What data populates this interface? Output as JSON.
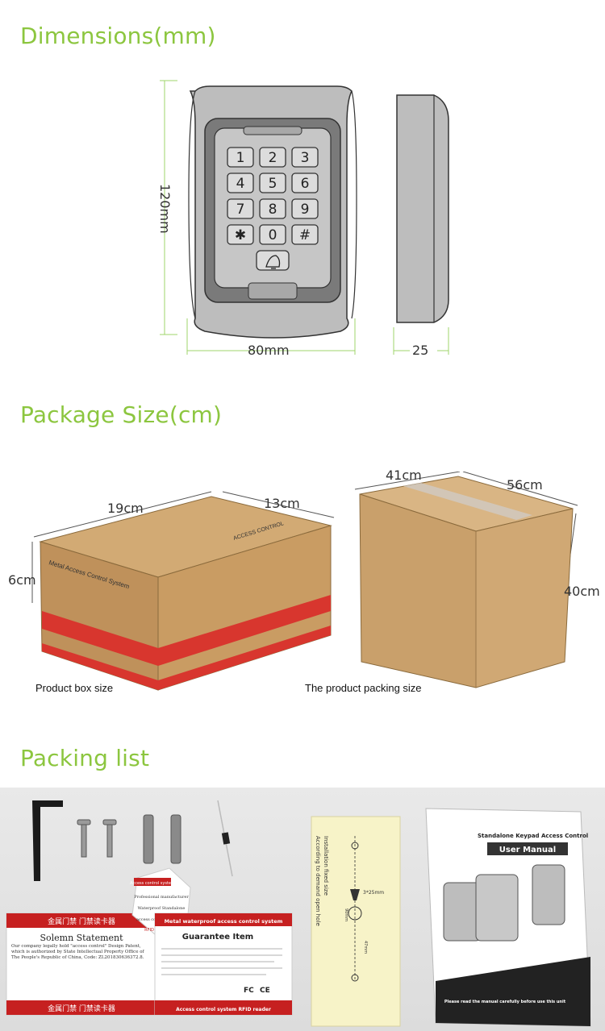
{
  "sections": {
    "dimensions": "Dimensions(mm)",
    "package": "Package Size(cm)",
    "packing_list": "Packing list"
  },
  "dimensions": {
    "height": "120mm",
    "width": "80mm",
    "depth": "25"
  },
  "keypad": {
    "keys": [
      "1",
      "2",
      "3",
      "4",
      "5",
      "6",
      "7",
      "8",
      "9",
      "✱",
      "0",
      "#"
    ]
  },
  "package": {
    "product_box": {
      "length": "19cm",
      "width": "13cm",
      "height": "6cm",
      "caption": "Product box size",
      "print_side": "Metal Access Control System",
      "print_top": "ACCESS CONTROL"
    },
    "packing_box": {
      "length": "41cm",
      "width": "56cm",
      "height": "40cm",
      "caption": "The product packing size"
    }
  },
  "packing_items": {
    "statement_header": "金属门禁    门禁读卡器",
    "statement_title": "Solemn Statement",
    "statement_body": "Our company legally hold \"access control\" Design Patent, which is authorized by State Intellectual Property Office of The People's Republic of China, Code: ZL201830636372.8.",
    "statement_footer": "金属门禁    门禁读卡器",
    "hex_label_1": "Access control system",
    "hex_label_2": "Professional manufacturer",
    "hex_label_3": "Waterproof Standalone",
    "hex_label_4": "access controller (IP 68)",
    "hex_label_5": "RFID reader",
    "guarantee_header": "Metal waterproof access control system",
    "guarantee_title": "Guarantee Item",
    "guarantee_footer": "Access control system    RFID reader",
    "cert_ce": "CE",
    "cert_fc": "FC",
    "template_label_1": "Installation fixed size",
    "template_label_2": "According to demand open hole",
    "template_screw": "3*25mm",
    "template_dim_1": "90mm",
    "template_dim_2": "47mm",
    "manual_header": "Standalone Keypad Access Control",
    "manual_title": "User Manual",
    "manual_footer": "Please read the manual carefully before use this unit"
  },
  "colors": {
    "accent_green": "#8cc63f",
    "dim_line": "#9fd46b",
    "box_kraft": "#c69a62",
    "box_red": "#d8362e"
  }
}
